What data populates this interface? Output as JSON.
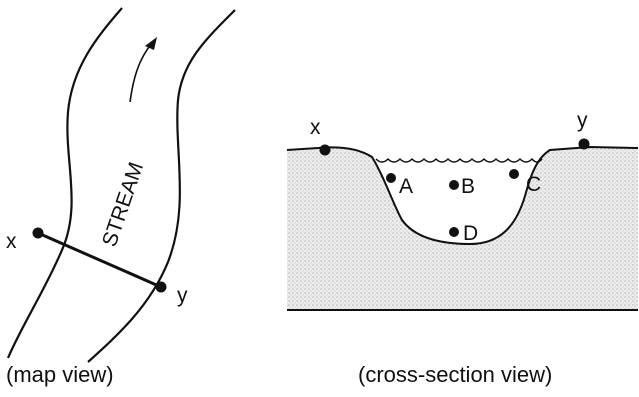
{
  "map_view": {
    "stream_label": "STREAM",
    "point_x_label": "x",
    "point_y_label": "y",
    "caption": "(map view)"
  },
  "cross_section_view": {
    "point_x_label": "x",
    "point_y_label": "y",
    "point_labels": [
      "A",
      "B",
      "C",
      "D"
    ],
    "caption": "(cross-section view)"
  },
  "colors": {
    "ink": "#111111",
    "ground_fill": "#e4e4e4",
    "background": "#ffffff"
  }
}
